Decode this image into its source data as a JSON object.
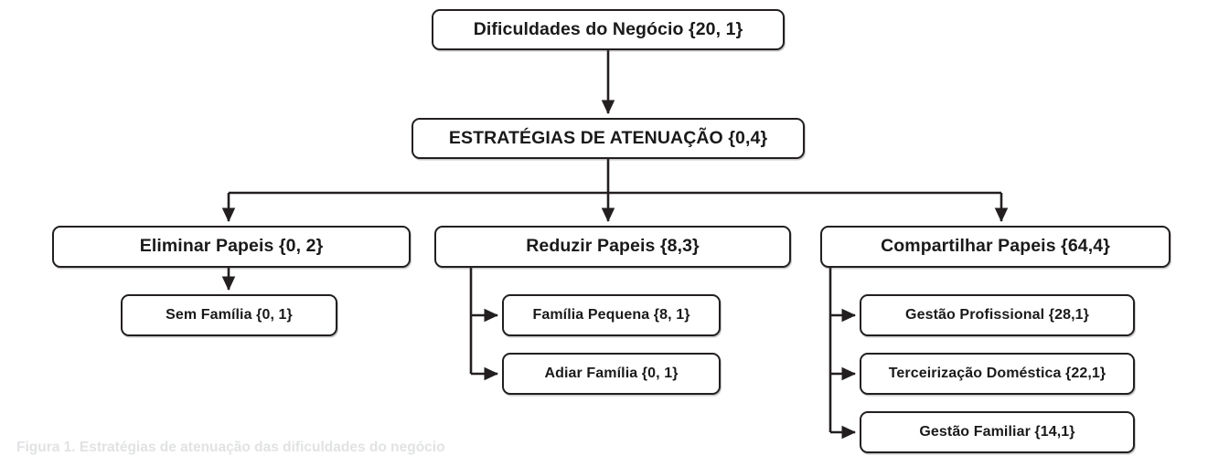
{
  "figure": {
    "caption": "Figura 1. Estratégias de atenuação das dificuldades do negócio",
    "stroke_color": "#231f20",
    "background_color": "#ffffff",
    "text_color": "#1a1a1a"
  },
  "nodes": {
    "dificuldades": "Dificuldades do Negócio {20, 1}",
    "estrategias": "ESTRATÉGIAS  DE ATENUAÇÃO {0,4}",
    "eliminar": "Eliminar Papeis {0, 2}",
    "reduzir": "Reduzir Papeis {8,3}",
    "compartilhar": "Compartilhar Papeis {64,4}",
    "sem_familia": "Sem Família {0, 1}",
    "familia_pequena": "Família Pequena {8, 1}",
    "adiar_familia": "Adiar Família {0, 1}",
    "gestao_profissional": "Gestão Profissional  {28,1}",
    "terceirizacao": "Terceirização Doméstica {22,1}",
    "gestao_familiar": "Gestão Familiar  {14,1}"
  },
  "tree": {
    "root": "dificuldades",
    "levels": [
      [
        "dificuldades"
      ],
      [
        "estrategias"
      ],
      [
        "eliminar",
        "reduzir",
        "compartilhar"
      ],
      [
        "sem_familia",
        "familia_pequena",
        "adiar_familia",
        "gestao_profissional",
        "terceirizacao",
        "gestao_familiar"
      ]
    ],
    "edges": [
      {
        "from": "dificuldades",
        "to": "estrategias",
        "style": "straight-down-arrow"
      },
      {
        "from": "estrategias",
        "to": "eliminar",
        "style": "bus-down-arrow"
      },
      {
        "from": "estrategias",
        "to": "reduzir",
        "style": "bus-down-arrow"
      },
      {
        "from": "estrategias",
        "to": "compartilhar",
        "style": "bus-down-arrow"
      },
      {
        "from": "eliminar",
        "to": "sem_familia",
        "style": "straight-down-arrow"
      },
      {
        "from": "reduzir",
        "to": "familia_pequena",
        "style": "elbow-right-arrow"
      },
      {
        "from": "reduzir",
        "to": "adiar_familia",
        "style": "elbow-right-arrow"
      },
      {
        "from": "compartilhar",
        "to": "gestao_profissional",
        "style": "elbow-right-arrow"
      },
      {
        "from": "compartilhar",
        "to": "terceirizacao",
        "style": "elbow-right-arrow"
      },
      {
        "from": "compartilhar",
        "to": "gestao_familiar",
        "style": "elbow-right-arrow"
      }
    ]
  }
}
